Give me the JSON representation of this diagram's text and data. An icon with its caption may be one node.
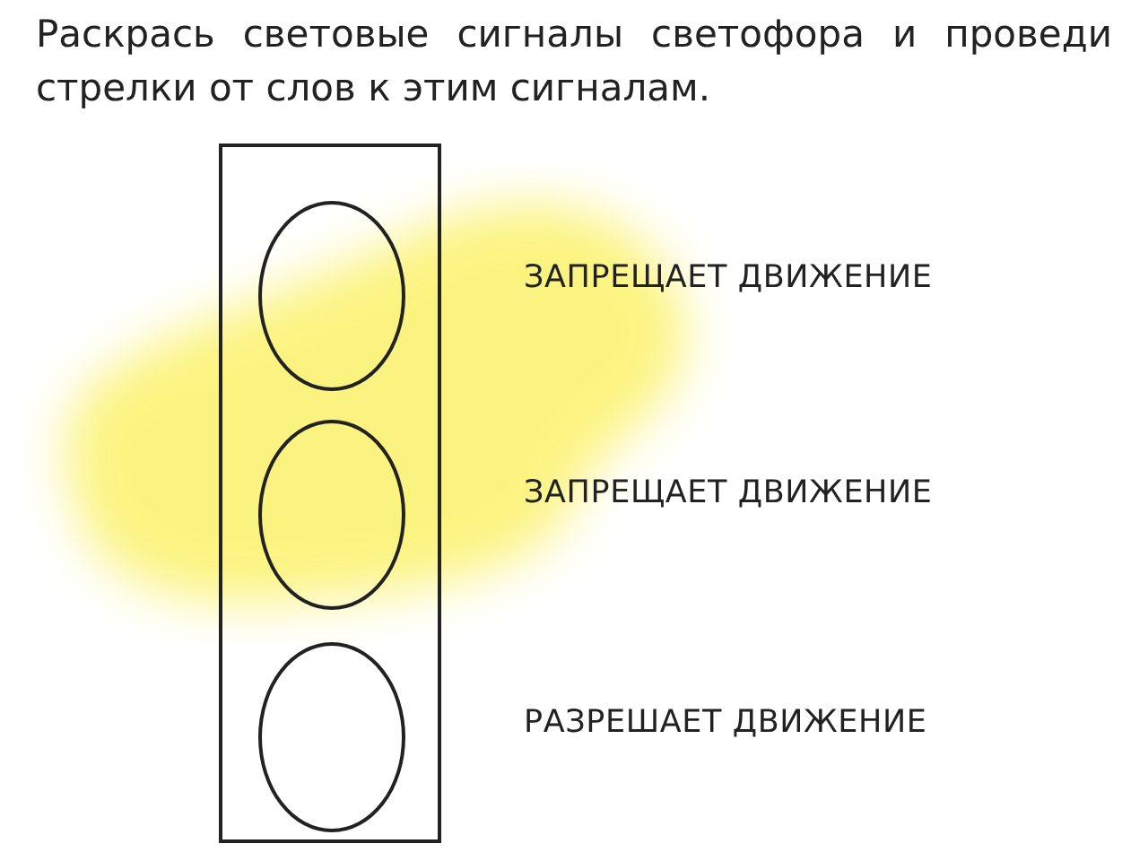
{
  "diagram": {
    "title": "Раскрась световые сигналы светофора и проведи стрелки от слов к этим сигналам.",
    "nodes": [
      {
        "text": [],
        "shape": "box"
      },
      {
        "text": [],
        "shape": "circle",
        "in": 0
      },
      {
        "text": [],
        "shape": "circle",
        "in": 0
      },
      {
        "text": [],
        "shape": "circle",
        "in": 0
      }
    ],
    "labels": [
      "ЗАПРЕЩАЕТ ДВИЖЕНИЕ",
      "ЗАПРЕЩАЕТ ДВИЖЕНИЕ",
      "РАЗРЕШАЕТ ДВИЖЕНИЕ"
    ]
  }
}
